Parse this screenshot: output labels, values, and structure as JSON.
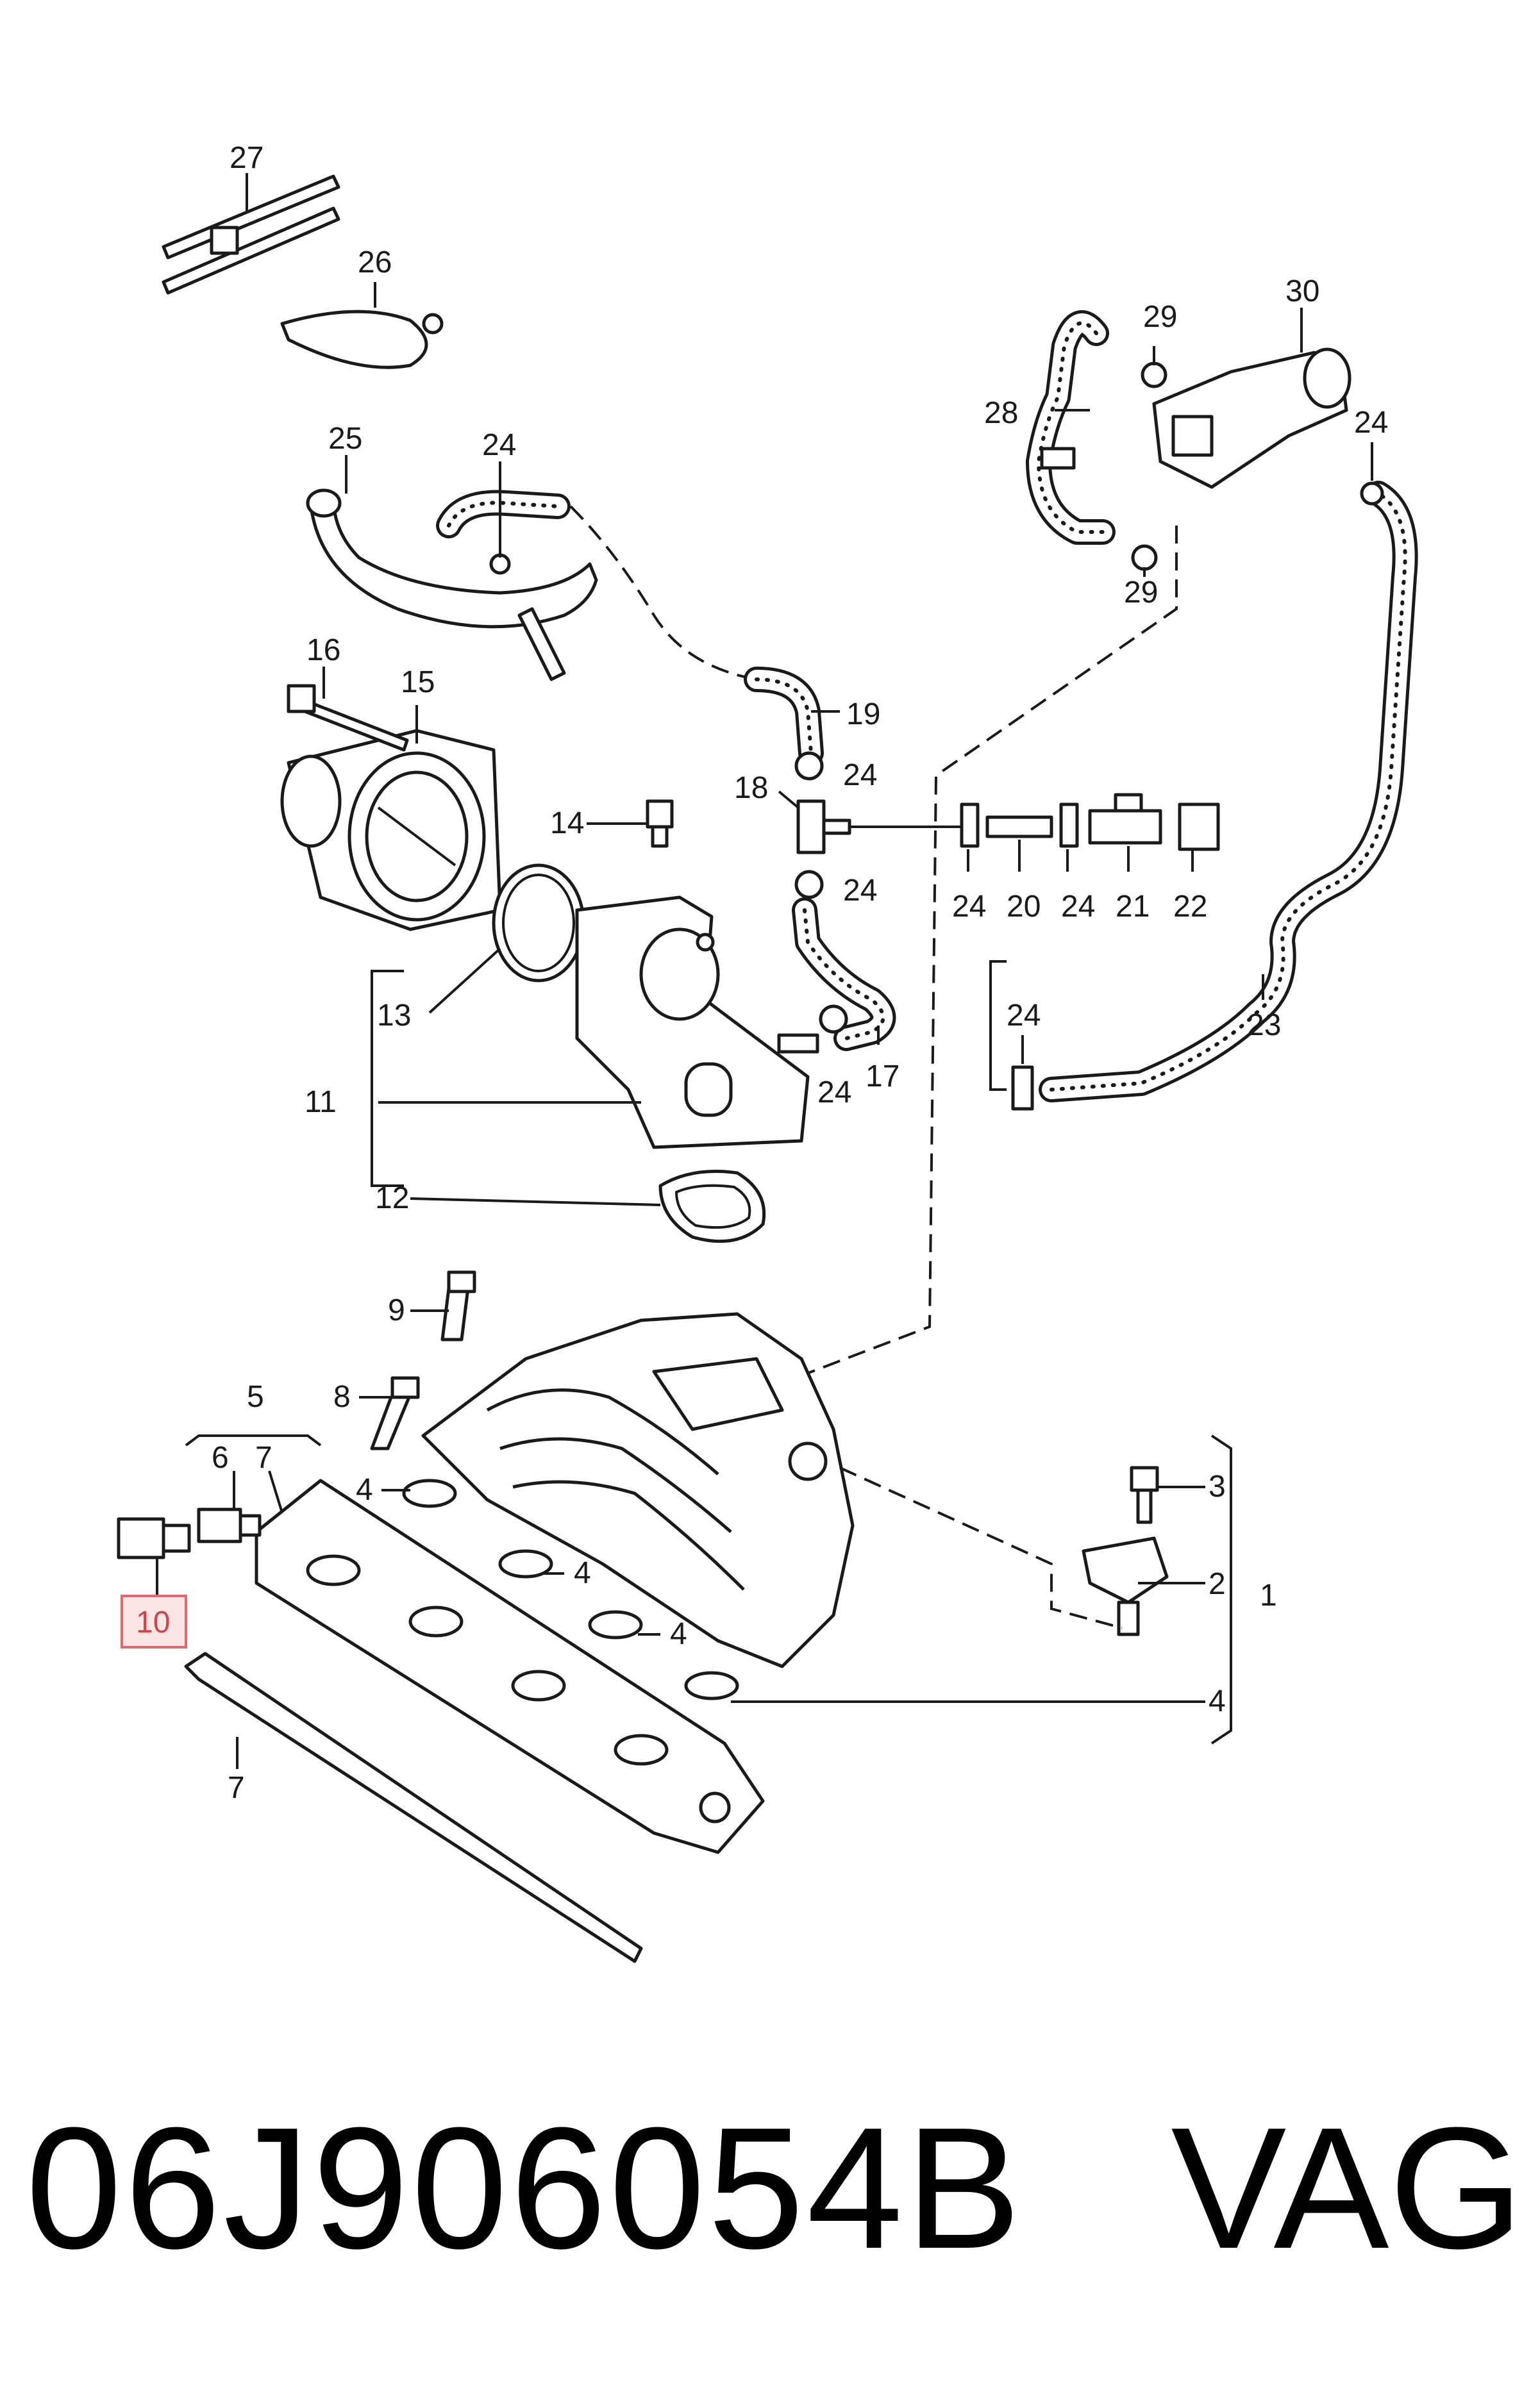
{
  "callouts": {
    "c1": "1",
    "c2": "2",
    "c3": "3",
    "c4a": "4",
    "c4b": "4",
    "c4c": "4",
    "c4d": "4",
    "c5": "5",
    "c6": "6",
    "c7a": "7",
    "c7b": "7",
    "c8": "8",
    "c9": "9",
    "c10": "10",
    "c11": "11",
    "c12": "12",
    "c13": "13",
    "c14": "14",
    "c15": "15",
    "c16": "16",
    "c17": "17",
    "c18": "18",
    "c19": "19",
    "c20": "20",
    "c21": "21",
    "c22": "22",
    "c23": "23",
    "c24a": "24",
    "c24b": "24",
    "c24c": "24",
    "c24d": "24",
    "c24e": "24",
    "c24f": "24",
    "c24g": "24",
    "c24h": "24",
    "c25": "25",
    "c26": "26",
    "c27": "27",
    "c28": "28",
    "c29a": "29",
    "c29b": "29",
    "c30": "30"
  },
  "highlight": {
    "part": "10",
    "color": "#e0686e",
    "fill": "#fde4e5"
  },
  "footer": {
    "part_number": "06J906054B",
    "brand": "VAG"
  }
}
